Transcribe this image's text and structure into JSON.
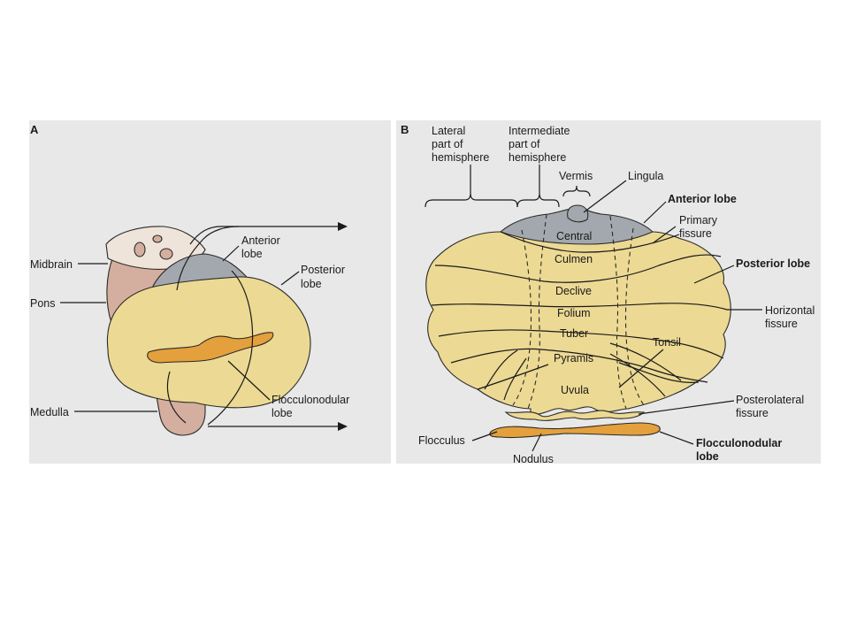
{
  "colors": {
    "panel_bg": "#e8e8e8",
    "hemisphere": "#ecd993",
    "anterior": "#a3a8ae",
    "flocculonodular": "#e3a03c",
    "brainstem": "#d4ae9e",
    "midbrain_cap": "#eee4da"
  },
  "panel_a": {
    "letter": "A",
    "labels": {
      "midbrain": "Midbrain",
      "pons": "Pons",
      "medulla": "Medulla",
      "anterior_1": "Anterior",
      "anterior_2": "lobe",
      "posterior_1": "Posterior",
      "posterior_2": "lobe",
      "floccnod_1": "Flocculonodular",
      "floccnod_2": "lobe"
    }
  },
  "panel_b": {
    "letter": "B",
    "header": {
      "lateral_1": "Lateral",
      "lateral_2": "part of",
      "lateral_3": "hemisphere",
      "intermediate_1": "Intermediate",
      "intermediate_2": "part of",
      "intermediate_3": "hemisphere",
      "vermis": "Vermis"
    },
    "vermis_parts": {
      "central": "Central",
      "culmen": "Culmen",
      "declive": "Declive",
      "folium": "Folium",
      "tuber": "Tuber",
      "pyramis": "Pyramis",
      "uvula": "Uvula"
    },
    "side_labels": {
      "lingula": "Lingula",
      "anterior_lobe": "Anterior lobe",
      "primary_1": "Primary",
      "primary_2": "fissure",
      "posterior_lobe": "Posterior lobe",
      "horizontal_1": "Horizontal",
      "horizontal_2": "fissure",
      "tonsil": "Tonsil",
      "posterolateral_1": "Posterolateral",
      "posterolateral_2": "fissure",
      "flocculus": "Flocculus",
      "nodulus": "Nodulus",
      "floccnod_1": "Flocculonodular",
      "floccnod_2": "lobe"
    }
  }
}
